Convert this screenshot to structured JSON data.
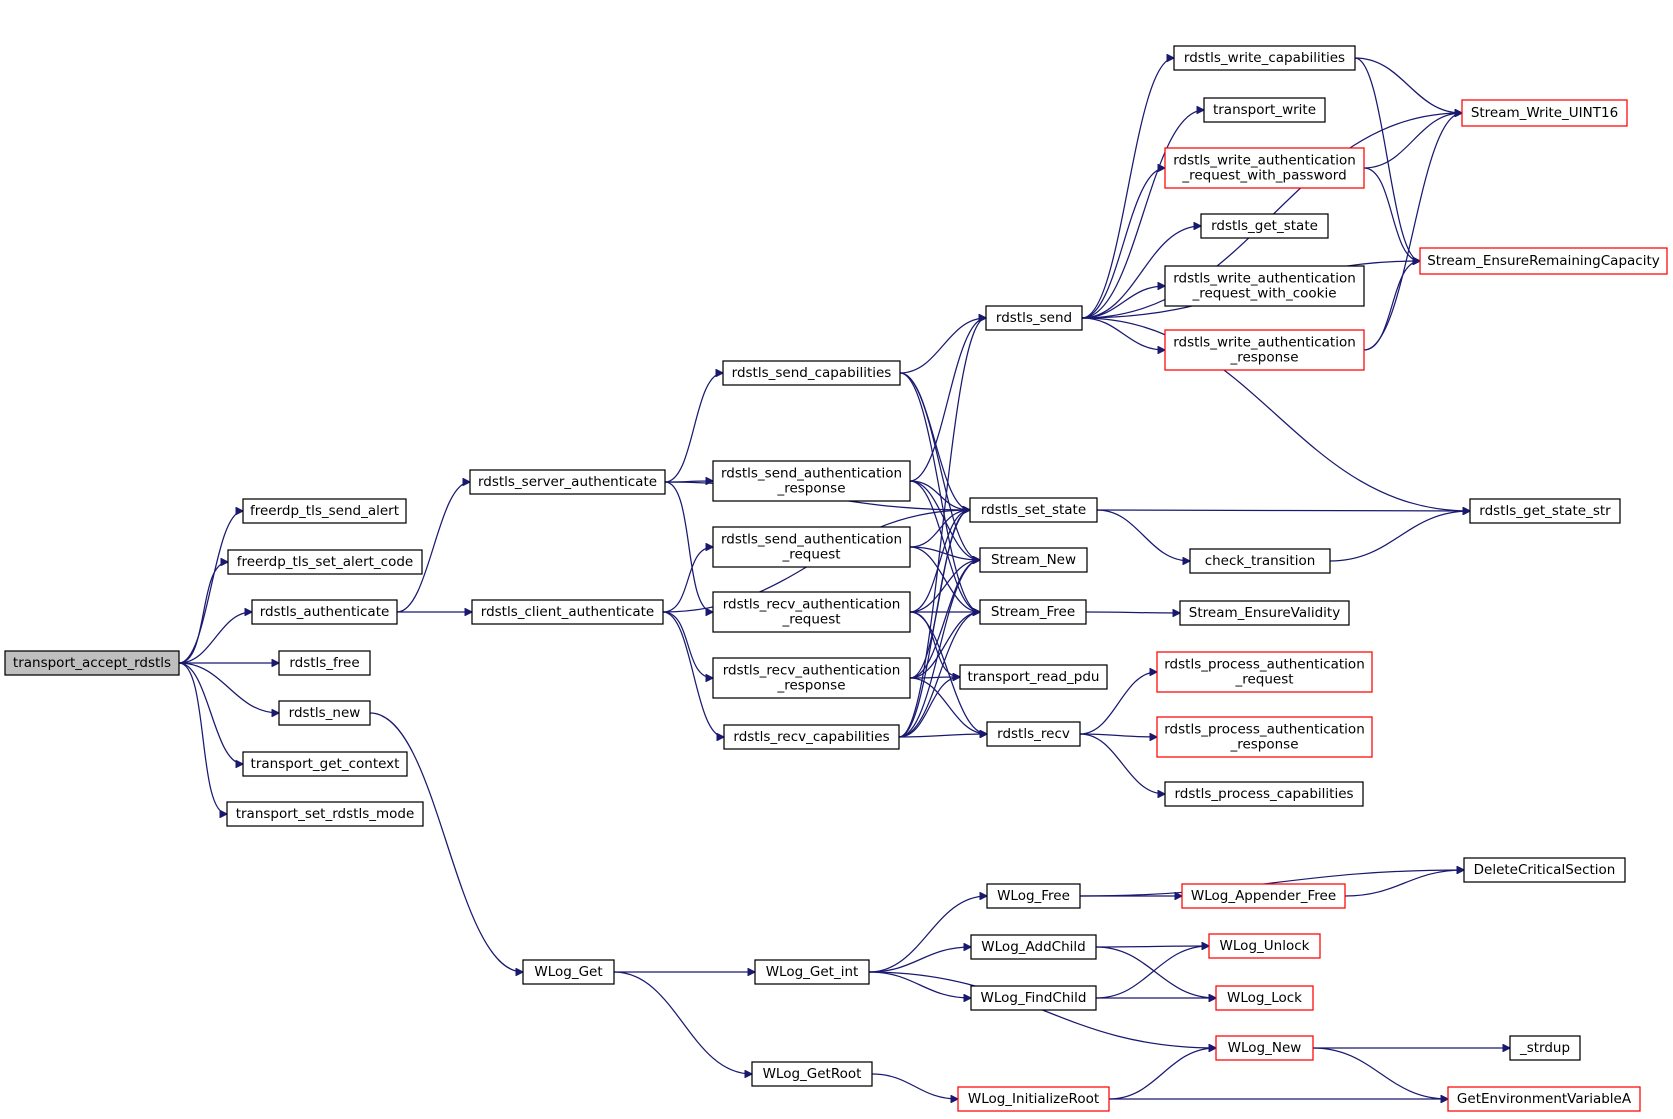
{
  "nodes": [
    {
      "id": "transport_accept_rdstls",
      "lines": [
        "transport_accept_rdstls"
      ],
      "style": "root"
    },
    {
      "id": "freerdp_tls_send_alert",
      "lines": [
        "freerdp_tls_send_alert"
      ],
      "style": "normal"
    },
    {
      "id": "freerdp_tls_set_alert_code",
      "lines": [
        "freerdp_tls_set_alert_code"
      ],
      "style": "normal"
    },
    {
      "id": "rdstls_authenticate",
      "lines": [
        "rdstls_authenticate"
      ],
      "style": "normal"
    },
    {
      "id": "rdstls_free",
      "lines": [
        "rdstls_free"
      ],
      "style": "normal"
    },
    {
      "id": "rdstls_new",
      "lines": [
        "rdstls_new"
      ],
      "style": "normal"
    },
    {
      "id": "transport_get_context",
      "lines": [
        "transport_get_context"
      ],
      "style": "normal"
    },
    {
      "id": "transport_set_rdstls_mode",
      "lines": [
        "transport_set_rdstls_mode"
      ],
      "style": "normal"
    },
    {
      "id": "rdstls_server_authenticate",
      "lines": [
        "rdstls_server_authenticate"
      ],
      "style": "normal"
    },
    {
      "id": "rdstls_client_authenticate",
      "lines": [
        "rdstls_client_authenticate"
      ],
      "style": "normal"
    },
    {
      "id": "WLog_Get",
      "lines": [
        "WLog_Get"
      ],
      "style": "normal"
    },
    {
      "id": "rdstls_send_capabilities",
      "lines": [
        "rdstls_send_capabilities"
      ],
      "style": "normal"
    },
    {
      "id": "rdstls_send_authentication_response",
      "lines": [
        "rdstls_send_authentication",
        "_response"
      ],
      "style": "normal"
    },
    {
      "id": "rdstls_send_authentication_request",
      "lines": [
        "rdstls_send_authentication",
        "_request"
      ],
      "style": "normal"
    },
    {
      "id": "rdstls_recv_authentication_request",
      "lines": [
        "rdstls_recv_authentication",
        "_request"
      ],
      "style": "normal"
    },
    {
      "id": "rdstls_recv_authentication_response",
      "lines": [
        "rdstls_recv_authentication",
        "_response"
      ],
      "style": "normal"
    },
    {
      "id": "rdstls_recv_capabilities",
      "lines": [
        "rdstls_recv_capabilities"
      ],
      "style": "normal"
    },
    {
      "id": "WLog_Get_int",
      "lines": [
        "WLog_Get_int"
      ],
      "style": "normal"
    },
    {
      "id": "WLog_GetRoot",
      "lines": [
        "WLog_GetRoot"
      ],
      "style": "normal"
    },
    {
      "id": "rdstls_send",
      "lines": [
        "rdstls_send"
      ],
      "style": "normal"
    },
    {
      "id": "rdstls_set_state",
      "lines": [
        "rdstls_set_state"
      ],
      "style": "normal"
    },
    {
      "id": "Stream_New",
      "lines": [
        "Stream_New"
      ],
      "style": "normal"
    },
    {
      "id": "Stream_Free",
      "lines": [
        "Stream_Free"
      ],
      "style": "normal"
    },
    {
      "id": "transport_read_pdu",
      "lines": [
        "transport_read_pdu"
      ],
      "style": "normal"
    },
    {
      "id": "rdstls_recv",
      "lines": [
        "rdstls_recv"
      ],
      "style": "normal"
    },
    {
      "id": "WLog_Free",
      "lines": [
        "WLog_Free"
      ],
      "style": "normal"
    },
    {
      "id": "WLog_AddChild",
      "lines": [
        "WLog_AddChild"
      ],
      "style": "normal"
    },
    {
      "id": "WLog_FindChild",
      "lines": [
        "WLog_FindChild"
      ],
      "style": "normal"
    },
    {
      "id": "WLog_InitializeRoot",
      "lines": [
        "WLog_InitializeRoot"
      ],
      "style": "red"
    },
    {
      "id": "rdstls_write_capabilities",
      "lines": [
        "rdstls_write_capabilities"
      ],
      "style": "normal"
    },
    {
      "id": "transport_write",
      "lines": [
        "transport_write"
      ],
      "style": "normal"
    },
    {
      "id": "rdstls_write_authentication_request_with_password",
      "lines": [
        "rdstls_write_authentication",
        "_request_with_password"
      ],
      "style": "red"
    },
    {
      "id": "rdstls_get_state",
      "lines": [
        "rdstls_get_state"
      ],
      "style": "normal"
    },
    {
      "id": "rdstls_write_authentication_request_with_cookie",
      "lines": [
        "rdstls_write_authentication",
        "_request_with_cookie"
      ],
      "style": "normal"
    },
    {
      "id": "rdstls_write_authentication_response",
      "lines": [
        "rdstls_write_authentication",
        "_response"
      ],
      "style": "red"
    },
    {
      "id": "check_transition",
      "lines": [
        "check_transition"
      ],
      "style": "normal"
    },
    {
      "id": "Stream_EnsureValidity",
      "lines": [
        "Stream_EnsureValidity"
      ],
      "style": "normal"
    },
    {
      "id": "rdstls_process_authentication_request",
      "lines": [
        "rdstls_process_authentication",
        "_request"
      ],
      "style": "red"
    },
    {
      "id": "rdstls_process_authentication_response",
      "lines": [
        "rdstls_process_authentication",
        "_response"
      ],
      "style": "red"
    },
    {
      "id": "rdstls_process_capabilities",
      "lines": [
        "rdstls_process_capabilities"
      ],
      "style": "normal"
    },
    {
      "id": "WLog_Appender_Free",
      "lines": [
        "WLog_Appender_Free"
      ],
      "style": "red"
    },
    {
      "id": "WLog_Unlock",
      "lines": [
        "WLog_Unlock"
      ],
      "style": "red"
    },
    {
      "id": "WLog_Lock",
      "lines": [
        "WLog_Lock"
      ],
      "style": "red"
    },
    {
      "id": "WLog_New",
      "lines": [
        "WLog_New"
      ],
      "style": "red"
    },
    {
      "id": "Stream_Write_UINT16",
      "lines": [
        "Stream_Write_UINT16"
      ],
      "style": "red"
    },
    {
      "id": "Stream_EnsureRemainingCapacity",
      "lines": [
        "Stream_EnsureRemainingCapacity"
      ],
      "style": "red"
    },
    {
      "id": "rdstls_get_state_str",
      "lines": [
        "rdstls_get_state_str"
      ],
      "style": "normal"
    },
    {
      "id": "DeleteCriticalSection",
      "lines": [
        "DeleteCriticalSection"
      ],
      "style": "normal"
    },
    {
      "id": "_strdup",
      "lines": [
        "_strdup"
      ],
      "style": "normal"
    },
    {
      "id": "GetEnvironmentVariableA",
      "lines": [
        "GetEnvironmentVariableA"
      ],
      "style": "red"
    }
  ],
  "edges": [
    [
      "transport_accept_rdstls",
      "freerdp_tls_send_alert"
    ],
    [
      "transport_accept_rdstls",
      "freerdp_tls_set_alert_code"
    ],
    [
      "transport_accept_rdstls",
      "rdstls_authenticate"
    ],
    [
      "transport_accept_rdstls",
      "rdstls_free"
    ],
    [
      "transport_accept_rdstls",
      "rdstls_new"
    ],
    [
      "transport_accept_rdstls",
      "transport_get_context"
    ],
    [
      "transport_accept_rdstls",
      "transport_set_rdstls_mode"
    ],
    [
      "rdstls_authenticate",
      "rdstls_server_authenticate"
    ],
    [
      "rdstls_authenticate",
      "rdstls_client_authenticate"
    ],
    [
      "rdstls_new",
      "WLog_Get"
    ],
    [
      "rdstls_server_authenticate",
      "rdstls_send_capabilities"
    ],
    [
      "rdstls_server_authenticate",
      "rdstls_send_authentication_response"
    ],
    [
      "rdstls_server_authenticate",
      "rdstls_recv_authentication_request"
    ],
    [
      "rdstls_server_authenticate",
      "rdstls_set_state"
    ],
    [
      "rdstls_client_authenticate",
      "rdstls_send_authentication_request"
    ],
    [
      "rdstls_client_authenticate",
      "rdstls_recv_authentication_response"
    ],
    [
      "rdstls_client_authenticate",
      "rdstls_recv_capabilities"
    ],
    [
      "rdstls_client_authenticate",
      "rdstls_set_state"
    ],
    [
      "rdstls_send_capabilities",
      "rdstls_send"
    ],
    [
      "rdstls_send_capabilities",
      "rdstls_set_state"
    ],
    [
      "rdstls_send_capabilities",
      "Stream_New"
    ],
    [
      "rdstls_send_capabilities",
      "Stream_Free"
    ],
    [
      "rdstls_send_authentication_response",
      "rdstls_send"
    ],
    [
      "rdstls_send_authentication_response",
      "rdstls_set_state"
    ],
    [
      "rdstls_send_authentication_response",
      "Stream_New"
    ],
    [
      "rdstls_send_authentication_response",
      "Stream_Free"
    ],
    [
      "rdstls_send_authentication_request",
      "rdstls_set_state"
    ],
    [
      "rdstls_send_authentication_request",
      "Stream_New"
    ],
    [
      "rdstls_send_authentication_request",
      "Stream_Free"
    ],
    [
      "rdstls_recv_authentication_request",
      "rdstls_set_state"
    ],
    [
      "rdstls_recv_authentication_request",
      "Stream_New"
    ],
    [
      "rdstls_recv_authentication_request",
      "Stream_Free"
    ],
    [
      "rdstls_recv_authentication_request",
      "transport_read_pdu"
    ],
    [
      "rdstls_recv_authentication_request",
      "rdstls_recv"
    ],
    [
      "rdstls_recv_authentication_response",
      "rdstls_set_state"
    ],
    [
      "rdstls_recv_authentication_response",
      "Stream_New"
    ],
    [
      "rdstls_recv_authentication_response",
      "Stream_Free"
    ],
    [
      "rdstls_recv_authentication_response",
      "transport_read_pdu"
    ],
    [
      "rdstls_recv_authentication_response",
      "rdstls_recv"
    ],
    [
      "rdstls_recv_capabilities",
      "rdstls_send"
    ],
    [
      "rdstls_recv_capabilities",
      "rdstls_set_state"
    ],
    [
      "rdstls_recv_capabilities",
      "Stream_New"
    ],
    [
      "rdstls_recv_capabilities",
      "Stream_Free"
    ],
    [
      "rdstls_recv_capabilities",
      "transport_read_pdu"
    ],
    [
      "rdstls_recv_capabilities",
      "rdstls_recv"
    ],
    [
      "WLog_Get",
      "WLog_Get_int"
    ],
    [
      "WLog_Get",
      "WLog_GetRoot"
    ],
    [
      "WLog_Get_int",
      "WLog_Free"
    ],
    [
      "WLog_Get_int",
      "WLog_AddChild"
    ],
    [
      "WLog_Get_int",
      "WLog_FindChild"
    ],
    [
      "WLog_Get_int",
      "WLog_New"
    ],
    [
      "WLog_GetRoot",
      "WLog_InitializeRoot"
    ],
    [
      "rdstls_send",
      "rdstls_write_capabilities"
    ],
    [
      "rdstls_send",
      "transport_write"
    ],
    [
      "rdstls_send",
      "rdstls_write_authentication_request_with_password"
    ],
    [
      "rdstls_send",
      "rdstls_get_state"
    ],
    [
      "rdstls_send",
      "rdstls_write_authentication_request_with_cookie"
    ],
    [
      "rdstls_send",
      "rdstls_write_authentication_response"
    ],
    [
      "rdstls_send",
      "Stream_Write_UINT16"
    ],
    [
      "rdstls_send",
      "Stream_EnsureRemainingCapacity"
    ],
    [
      "rdstls_send",
      "rdstls_get_state_str"
    ],
    [
      "rdstls_set_state",
      "check_transition"
    ],
    [
      "rdstls_set_state",
      "rdstls_get_state_str"
    ],
    [
      "Stream_Free",
      "Stream_EnsureValidity"
    ],
    [
      "rdstls_recv",
      "rdstls_process_authentication_request"
    ],
    [
      "rdstls_recv",
      "rdstls_process_authentication_response"
    ],
    [
      "rdstls_recv",
      "rdstls_process_capabilities"
    ],
    [
      "WLog_Free",
      "WLog_Appender_Free"
    ],
    [
      "WLog_Free",
      "DeleteCriticalSection"
    ],
    [
      "WLog_AddChild",
      "WLog_Unlock"
    ],
    [
      "WLog_AddChild",
      "WLog_Lock"
    ],
    [
      "WLog_FindChild",
      "WLog_Unlock"
    ],
    [
      "WLog_FindChild",
      "WLog_Lock"
    ],
    [
      "WLog_InitializeRoot",
      "WLog_New"
    ],
    [
      "WLog_InitializeRoot",
      "GetEnvironmentVariableA"
    ],
    [
      "rdstls_write_capabilities",
      "Stream_Write_UINT16"
    ],
    [
      "rdstls_write_capabilities",
      "Stream_EnsureRemainingCapacity"
    ],
    [
      "rdstls_write_authentication_request_with_password",
      "Stream_Write_UINT16"
    ],
    [
      "rdstls_write_authentication_request_with_password",
      "Stream_EnsureRemainingCapacity"
    ],
    [
      "rdstls_write_authentication_response",
      "Stream_Write_UINT16"
    ],
    [
      "rdstls_write_authentication_response",
      "Stream_EnsureRemainingCapacity"
    ],
    [
      "check_transition",
      "rdstls_get_state_str"
    ],
    [
      "WLog_Appender_Free",
      "DeleteCriticalSection"
    ],
    [
      "WLog_New",
      "_strdup"
    ],
    [
      "WLog_New",
      "GetEnvironmentVariableA"
    ]
  ]
}
